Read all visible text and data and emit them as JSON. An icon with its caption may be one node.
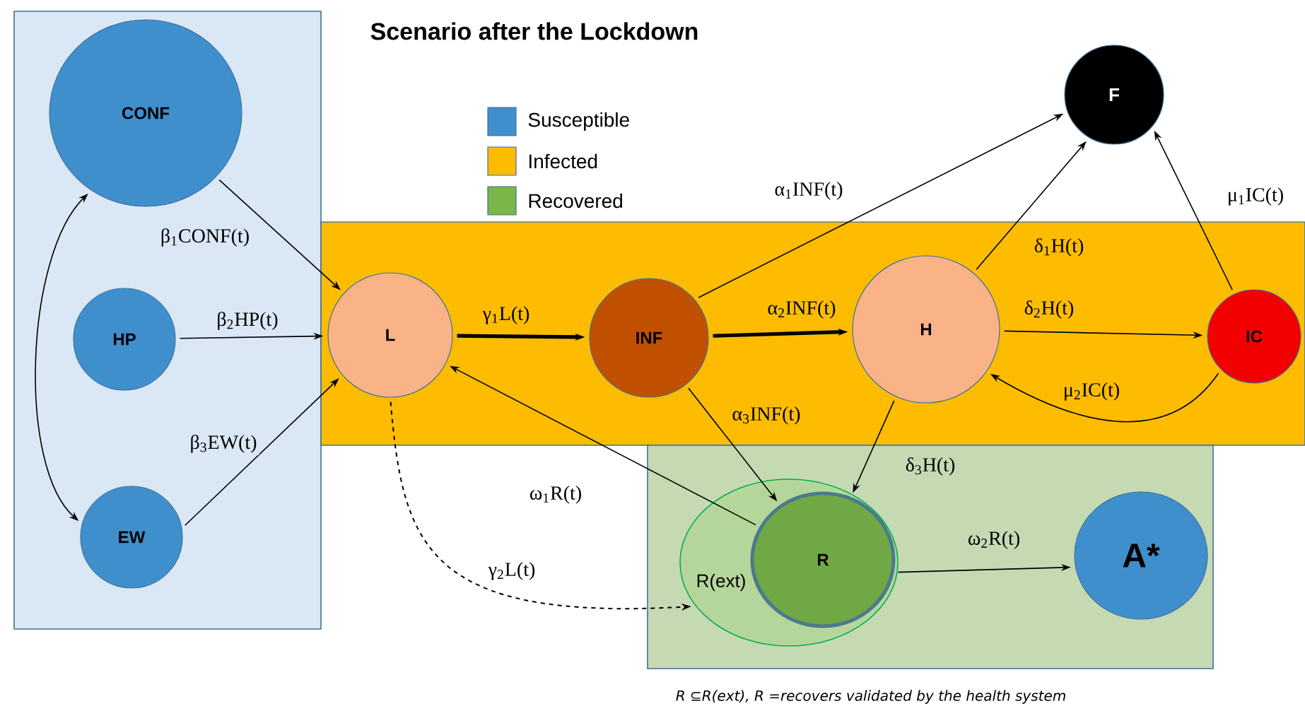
{
  "diagram": {
    "title": "Scenario after the Lockdown",
    "caption": "R ⊆R(ext), R =recovers validated by the health system",
    "nodes": [
      {
        "text": [],
        "shape": "box"
      },
      {
        "text": [
          "CONF"
        ],
        "in": 0
      },
      {
        "text": [
          "HP"
        ],
        "in": 0
      },
      {
        "text": [
          "EW"
        ],
        "in": 0
      },
      {
        "text": [],
        "shape": "box"
      },
      {
        "text": [
          "L"
        ],
        "in": 4
      },
      {
        "text": [
          "INF"
        ],
        "in": 4
      },
      {
        "text": [
          "H"
        ],
        "in": 4
      },
      {
        "text": [
          "IC"
        ],
        "in": 4
      },
      {
        "text": [
          "F"
        ]
      },
      {
        "text": [],
        "shape": "box"
      },
      {
        "text": [
          "R(ext)"
        ],
        "in": 10
      },
      {
        "text": [
          "R"
        ],
        "in": 11
      },
      {
        "text": [
          "A*"
        ],
        "in": 10
      }
    ],
    "edges": [
      {
        "from": 1,
        "to": 5,
        "arrow": "to",
        "label": "β$_{1}$CONF(t)"
      },
      {
        "from": 2,
        "to": 5,
        "arrow": "to",
        "label": "β$_{2}$HP(t)"
      },
      {
        "from": 3,
        "to": 5,
        "arrow": "to",
        "label": "β$_{3}$EW(t)"
      },
      {
        "from": 1,
        "to": 3,
        "arrow": "both"
      },
      {
        "from": 5,
        "to": 6,
        "arrow": "to",
        "label": "γ$_{1}$L(t)",
        "style": "thick"
      },
      {
        "from": 6,
        "to": 7,
        "arrow": "to",
        "label": "α$_{2}$INF(t)",
        "style": "thick"
      },
      {
        "from": 6,
        "to": 9,
        "arrow": "to",
        "label": "α$_{1}$INF(t)"
      },
      {
        "from": 7,
        "to": 9,
        "arrow": "to",
        "label": "δ$_{1}$H(t)"
      },
      {
        "from": 7,
        "to": 8,
        "arrow": "to",
        "label": "δ$_{2}$H(t)"
      },
      {
        "from": 8,
        "to": 9,
        "arrow": "to",
        "label": "μ$_{1}$IC(t)"
      },
      {
        "from": 8,
        "to": 7,
        "arrow": "to",
        "label": "μ$_{2}$IC(t)"
      },
      {
        "from": 6,
        "to": 12,
        "arrow": "to",
        "label": "α$_{3}$INF(t)"
      },
      {
        "from": 7,
        "to": 12,
        "arrow": "to",
        "label": "δ$_{3}$H(t)"
      },
      {
        "from": 12,
        "to": 5,
        "arrow": "to",
        "label": "ω$_{1}$R(t)"
      },
      {
        "from": 5,
        "to": 11,
        "arrow": "to",
        "label": "γ$_{2}$L(t)",
        "style": "dashed"
      },
      {
        "from": 12,
        "to": 13,
        "arrow": "to",
        "label": "ω$_{2}$R(t)"
      }
    ],
    "legend": [
      {
        "text": "Susceptible",
        "color": "#3f8fcd"
      },
      {
        "text": "Infected",
        "color": "#fdbc00"
      },
      {
        "text": "Recovered",
        "color": "#7ab648"
      }
    ]
  }
}
